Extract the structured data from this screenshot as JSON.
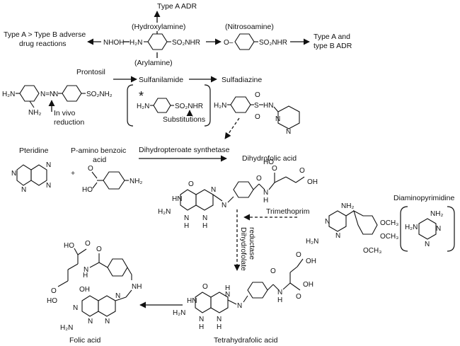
{
  "labels": {
    "type_a_adr": "Type A ADR",
    "hydroxylamine": "(Hydroxylamine)",
    "nitrosoamine": "(Nitrosoamine)",
    "type_a_type_b_reactions_1": "Type A > Type B adverse",
    "type_a_type_b_reactions_2": "drug reactions",
    "type_a_and_b_1": "Type A and",
    "type_a_and_b_2": "type B ADR",
    "arylamine": "(Arylamine)",
    "prontosil": "Prontosil",
    "sulfanilamide": "Sulfanilamide",
    "sulfadiazine": "Sulfadiazine",
    "in_vivo_1": "In vivo",
    "in_vivo_2": "reduction",
    "substitutions": "Substitutions",
    "pteridine": "Pteridine",
    "paba_1": "P-amino benzoic",
    "paba_2": "acid",
    "plus": "+",
    "dhps": "Dihydropteroate synthetase",
    "dihydrofolic": "Dihydrofolic acid",
    "trimethoprim": "Trimethoprim",
    "diaminopyrimidine": "Diaminopyrimidine",
    "dhfr_1": "Dihydrofolate",
    "dhfr_2": "reductase",
    "tetrahydrofolic": "Tetrahydrafolic acid",
    "folic": "Folic acid",
    "star": "*"
  },
  "atoms": {
    "nhoh": "NHOH",
    "h2n": "H₂N",
    "so2nhr": "SO₂NHR",
    "o_dash": "O–",
    "nh2": "NH₂",
    "n": "N",
    "n_eq": "N=N",
    "so2nh2": "SO₂NH₂",
    "s": "S",
    "o": "O",
    "h": "H",
    "hn": "HN",
    "nh": "NH",
    "oh": "OH",
    "ho": "HO",
    "och3": "OCH₃"
  }
}
